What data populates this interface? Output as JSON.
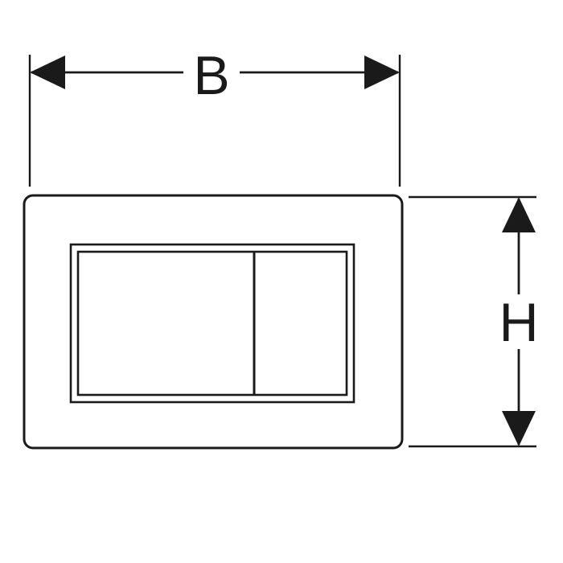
{
  "page": {
    "background_color": "#ffffff"
  },
  "diagram": {
    "kind": "technical-dimension-drawing",
    "line_color": "#1a1a1a",
    "labels": {
      "width": "B",
      "height": "H"
    },
    "icons": {
      "left_arrow": "arrow-left-icon",
      "right_arrow": "arrow-right-icon",
      "up_arrow": "arrow-up-icon",
      "down_arrow": "arrow-down-icon"
    }
  }
}
